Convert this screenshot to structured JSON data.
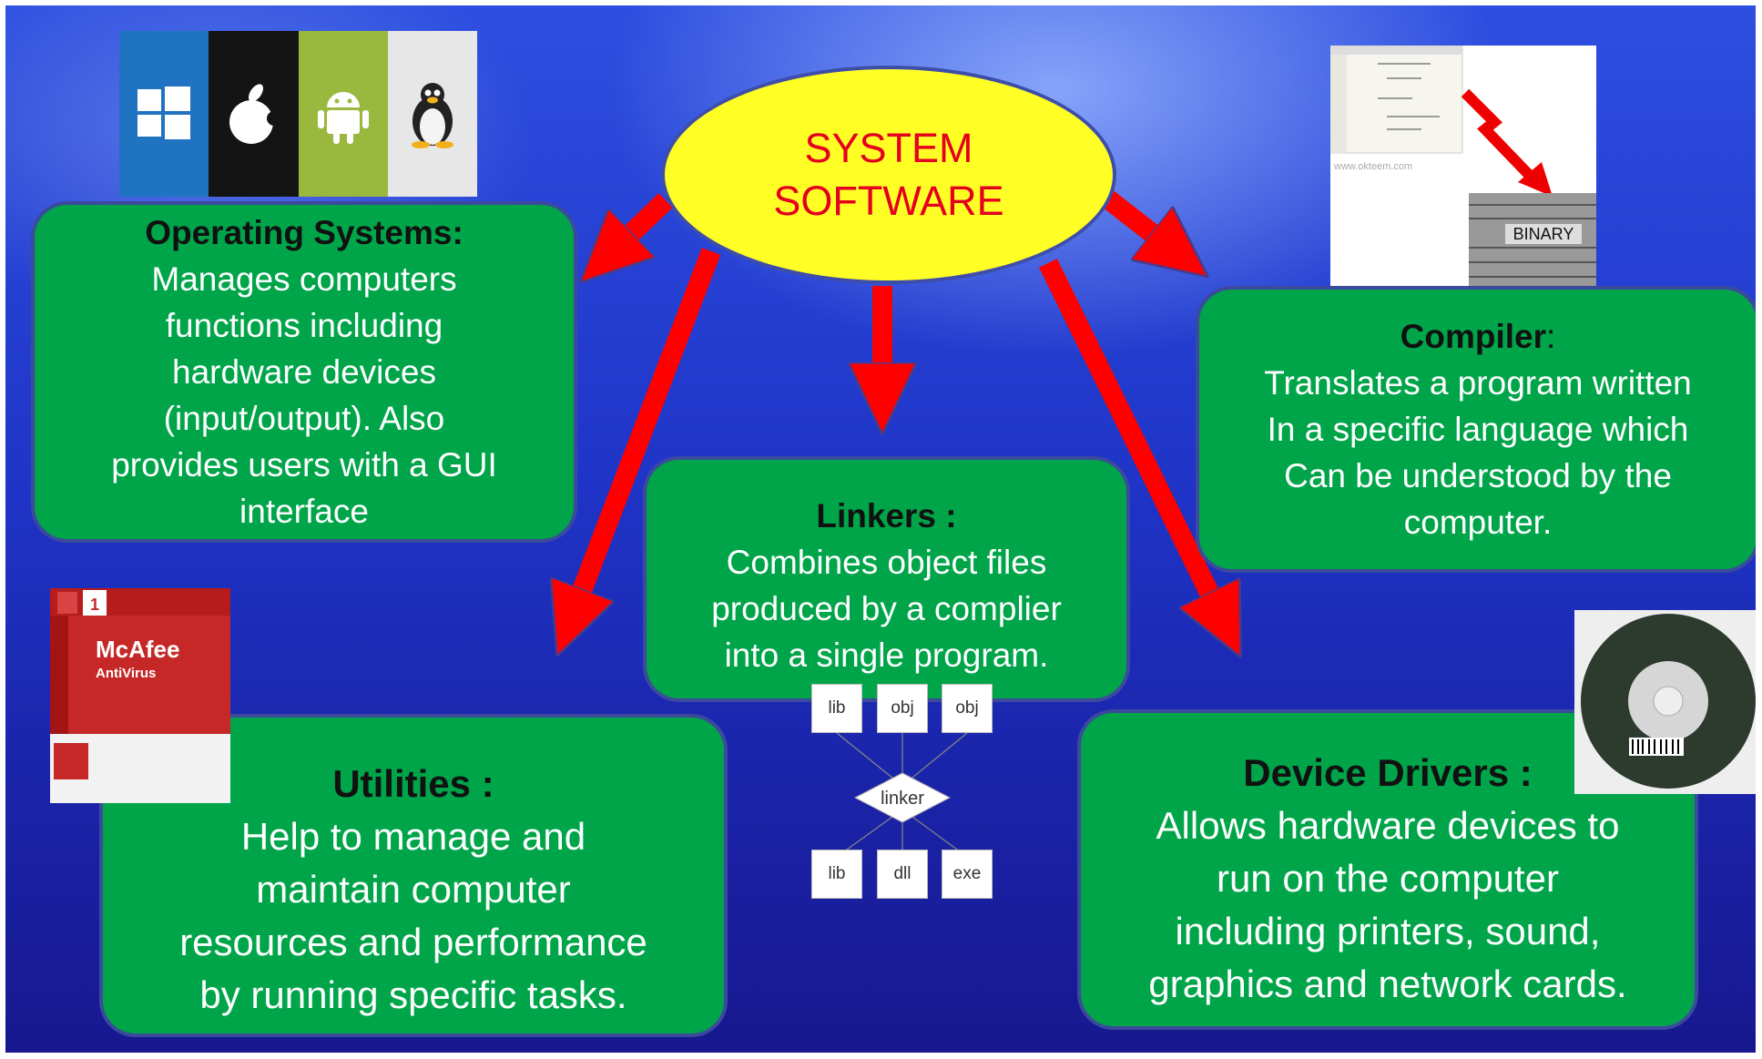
{
  "center": {
    "line1": "SYSTEM",
    "line2": "SOFTWARE"
  },
  "operating_systems": {
    "title": "Operating Systems:",
    "desc": "Manages computers\nfunctions including\nhardware devices\n(input/output). Also\nprovides users with a GUI\ninterface"
  },
  "linkers": {
    "title": "Linkers :",
    "desc": "Combines object files\nproduced by a complier\ninto a  single program."
  },
  "compiler": {
    "title": "Compiler",
    "title_suffix": ":",
    "desc": "Translates a program written\nIn a specific language which\nCan be understood by the\ncomputer."
  },
  "utilities": {
    "title": "Utilities :",
    "desc": "Help to manage and\nmaintain computer\nresources and performance\nby running specific tasks."
  },
  "device_drivers": {
    "title": "Device Drivers :",
    "desc": "Allows hardware devices to\nrun on the computer\nincluding printers, sound,\ngraphics and network cards."
  },
  "linker_diagram": {
    "inputs": [
      "lib",
      "obj",
      "obj"
    ],
    "center": "linker",
    "outputs": [
      "lib",
      "dll",
      "exe"
    ]
  },
  "compiler_image": {
    "code_url": "www.okteem.com",
    "binary_label": "BINARY"
  },
  "mcafee_image": {
    "brand": "McAfee",
    "product": "AntiVirus",
    "count": "1"
  },
  "os_logos": [
    "windows-logo",
    "apple-logo",
    "android-logo",
    "linux-logo"
  ],
  "colors": {
    "box_green": "#00a54a",
    "ellipse_yellow": "#ffff26",
    "arrow_red": "#ff0000",
    "center_text": "#e4001e"
  }
}
